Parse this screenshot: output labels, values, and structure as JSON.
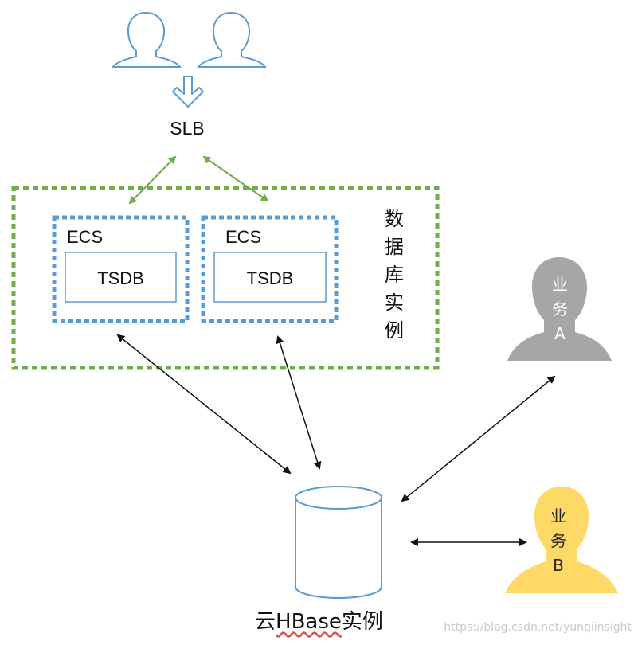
{
  "labels": {
    "slb": "SLB",
    "ecs_1": "ECS",
    "ecs_2": "ECS",
    "tsdb_1": "TSDB",
    "tsdb_2": "TSDB",
    "db_instance_chars": [
      "数",
      "据",
      "库",
      "实",
      "例"
    ],
    "biz_a_chars": [
      "业",
      "务",
      "A"
    ],
    "biz_b_chars": [
      "业",
      "务",
      "B"
    ],
    "hbase_prefix": "云",
    "hbase_name": "HBase",
    "hbase_suffix": "实例",
    "watermark": "https://blog.csdn.net/yunqiinsight"
  },
  "colors": {
    "user_outline": "#5b9bd5",
    "green_dash": "#70ad47",
    "blue_dash": "#5b9bd5",
    "biz_a": "#a6a6a6",
    "biz_b": "#ffd966",
    "arrow": "#111111"
  }
}
